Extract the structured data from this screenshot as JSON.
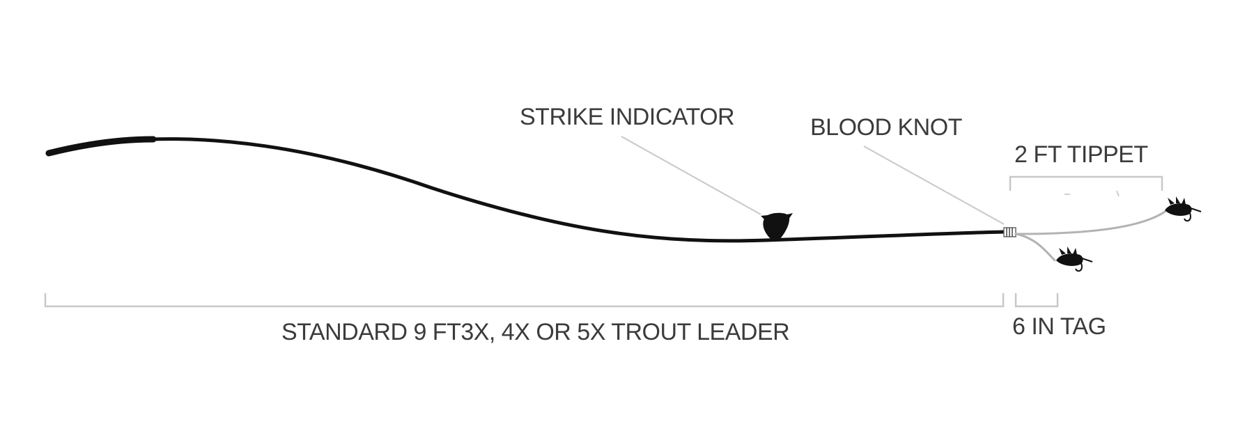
{
  "labels": {
    "strike_indicator": "STRIKE INDICATOR",
    "blood_knot": "BLOOD KNOT",
    "tippet": "2 FT TIPPET",
    "leader": "STANDARD 9 FT3X, 4X OR 5X TROUT LEADER",
    "tag": "6 IN TAG"
  },
  "colors": {
    "leader_line": "#111111",
    "tippet_line": "#b3b3b3",
    "bracket": "#c8c8c8",
    "pointer": "#c8c8c8",
    "fly": "#111111",
    "text": "#3b3b3b"
  },
  "icons": {
    "strike_indicator": "tuft-indicator-icon",
    "blood_knot": "knot-coil-icon",
    "fly": "nymph-fly-icon"
  }
}
